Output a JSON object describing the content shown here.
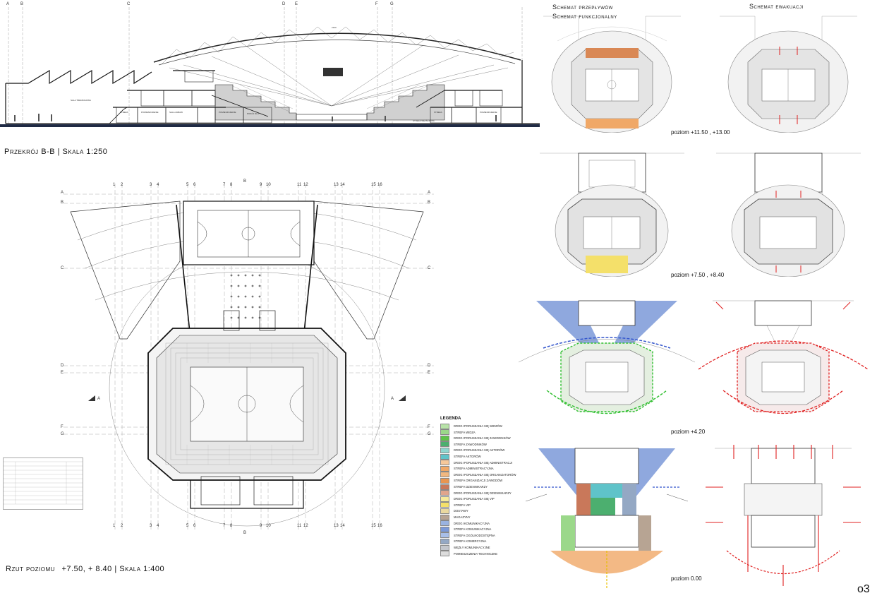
{
  "section": {
    "title": "Przekrój B-B | Skala 1:250",
    "axis_labels": [
      "A",
      "B",
      "C",
      "D",
      "E",
      "F",
      "G"
    ]
  },
  "plan": {
    "title_prefix": "Rzut poziomu",
    "title_levels": "+7.50,  + 8.40",
    "title_scale": "| Skala 1:400",
    "column_labels": [
      "1",
      "2",
      "3",
      "4",
      "5",
      "6",
      "7",
      "8",
      "9",
      "10",
      "11",
      "12",
      "13",
      "14",
      "15",
      "16"
    ],
    "row_labels": [
      "A",
      "B",
      "C",
      "D",
      "E",
      "F",
      "G"
    ],
    "section_marks": [
      "B",
      "A"
    ]
  },
  "schemes": {
    "flows_title_line1": "Schemat przepływów",
    "flows_title_line2": "Schemat funkcjonalny",
    "evac_title": "Schemat ewakuacji",
    "levels": [
      "poziom +11.50 , +13.00",
      "poziom +7.50 , +8.40",
      "poziom +4.20",
      "poziom 0.00"
    ]
  },
  "legend": {
    "title": "LEGENDA",
    "items": [
      {
        "label": "DROGI PORUSZANIA SIĘ WIDZÓW",
        "color": "#b8e3a8"
      },
      {
        "label": "STREFA WIDZA",
        "color": "#9bd88a"
      },
      {
        "label": "DROGI PORUSZANIA SIĘ ZAWODNIKÓW",
        "color": "#5ec24a"
      },
      {
        "label": "STREFA ZAWODNIKÓW",
        "color": "#4caf6f"
      },
      {
        "label": "DROGI PORUSZANIA SIĘ AKTORÓW",
        "color": "#8fd6cf"
      },
      {
        "label": "STREFA AKTORÓW",
        "color": "#5fc3c9"
      },
      {
        "label": "DROGI PORUSZANIA SIĘ ADMINISTRACJI",
        "color": "#f6c89a"
      },
      {
        "label": "STREFA ADMINISTRACYJNA",
        "color": "#f0a867"
      },
      {
        "label": "DROGI PORUSZANIA SIĘ ORGANIZATORÓW",
        "color": "#f2b880"
      },
      {
        "label": "STREFA ORGANIZACJI ZAWODÓW",
        "color": "#e89550"
      },
      {
        "label": "STREFA DZIENNIKARZY",
        "color": "#c9785a"
      },
      {
        "label": "DROGI PORUSZANIA SIĘ DZIENNIKARZY",
        "color": "#e0a58c"
      },
      {
        "label": "DROGI PORUSZANIA SIĘ VIP",
        "color": "#f6ea9a"
      },
      {
        "label": "STREFA VIP",
        "color": "#f4e06a"
      },
      {
        "label": "DOSTAWY",
        "color": "#ead9a0"
      },
      {
        "label": "MAGAZYNY",
        "color": "#b7a493"
      },
      {
        "label": "DROGI KOMUNIKACYJNA",
        "color": "#9ab3e0"
      },
      {
        "label": "STREFA KOMUNIKACYJNA",
        "color": "#7b99d8"
      },
      {
        "label": "STREFA OGÓLNODOSTĘPNA",
        "color": "#a8bfe8"
      },
      {
        "label": "STREFA KOMERCYJNA",
        "color": "#94a8c4"
      },
      {
        "label": "WĘZŁY KOMUNIKACYJNE",
        "color": "#c3c6cc"
      },
      {
        "label": "POMIESZCZENIA TECHNICZNE",
        "color": "#dcdcdc"
      }
    ]
  },
  "page_number": "o3",
  "colors": {
    "ink": "#2a2a2a",
    "band": "#1f2a44",
    "evac_red": "#e02020",
    "flow_blue": "#3355cc",
    "flow_green": "#2fbf2f"
  }
}
